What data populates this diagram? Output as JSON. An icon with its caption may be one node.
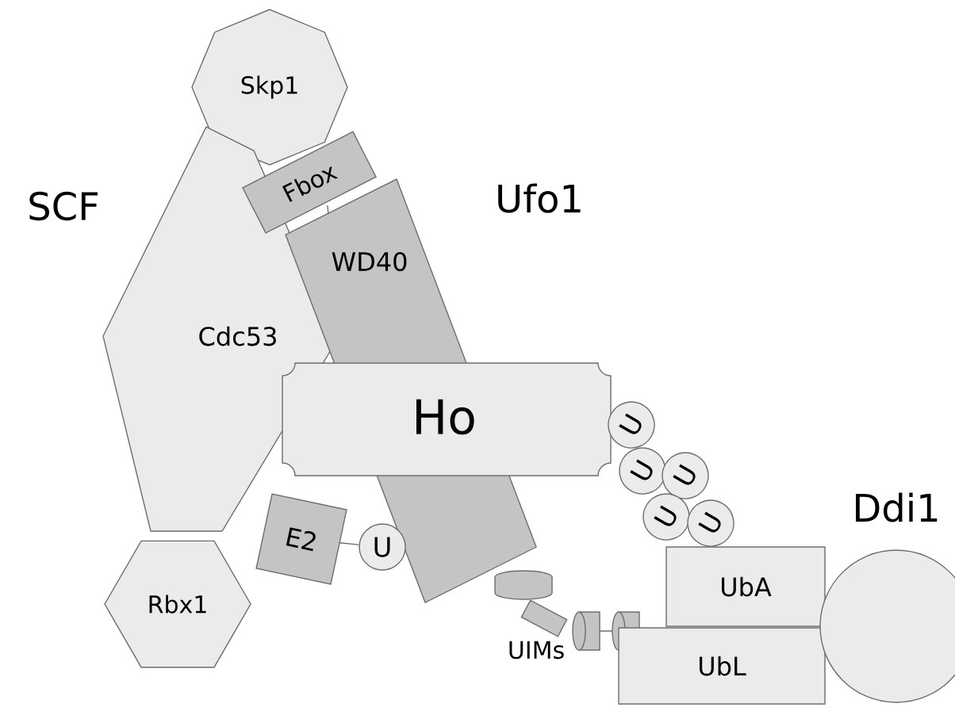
{
  "diagram": {
    "nodes": [
      {
        "text": [
          "Skp1"
        ]
      },
      {
        "text": [
          "Cdc53"
        ]
      },
      {
        "text": [
          "Fbox"
        ]
      },
      {
        "text": [
          "WD40"
        ]
      },
      {
        "text": [
          "Ho"
        ]
      },
      {
        "text": [
          "Rbx1"
        ]
      },
      {
        "text": [
          "E2"
        ]
      },
      {
        "text": [
          "U"
        ]
      },
      {
        "text": [
          "U"
        ]
      },
      {
        "text": [
          "U"
        ]
      },
      {
        "text": [
          "U"
        ]
      },
      {
        "text": [
          "U"
        ]
      },
      {
        "text": [
          "U"
        ]
      },
      {
        "text": [
          "UbA"
        ]
      },
      {
        "text": [
          "UbL"
        ]
      },
      {
        "text": [],
        "shape": "circle"
      }
    ],
    "edges": [
      {
        "from": 6,
        "to": 7,
        "arrow": "none"
      },
      {
        "from": 2,
        "to": 3,
        "arrow": "none"
      }
    ],
    "labels": [
      "SCF",
      "Ufo1",
      "Ddi1",
      "UIMs"
    ]
  }
}
